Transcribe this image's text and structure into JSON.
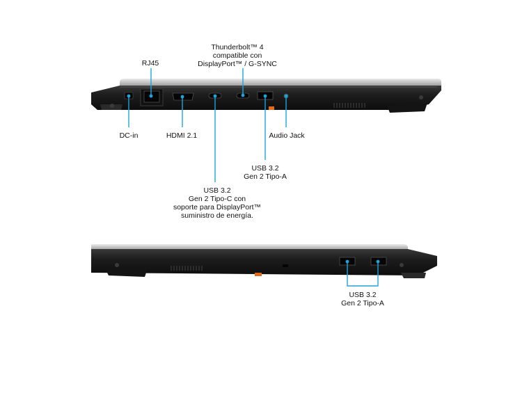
{
  "accent_color": "#1ba6df",
  "body_color": "#1c1c1c",
  "labels": {
    "rj45": "RJ45",
    "thunderbolt": [
      "Thunderbolt™ 4",
      "compatible con",
      "DisplayPort™ / G-SYNC"
    ],
    "dc_in": "DC-in",
    "hdmi": "HDMI 2.1",
    "audio_jack": "Audio Jack",
    "usb_a_left": [
      "USB 3.2",
      "Gen 2 Tipo-A"
    ],
    "usb_c": [
      "USB 3.2",
      "Gen 2 Tipo-C con",
      "soporte para DisplayPort™",
      "suministro de energía."
    ],
    "usb_a_right": [
      "USB 3.2",
      "Gen 2 Tipo-A"
    ]
  }
}
